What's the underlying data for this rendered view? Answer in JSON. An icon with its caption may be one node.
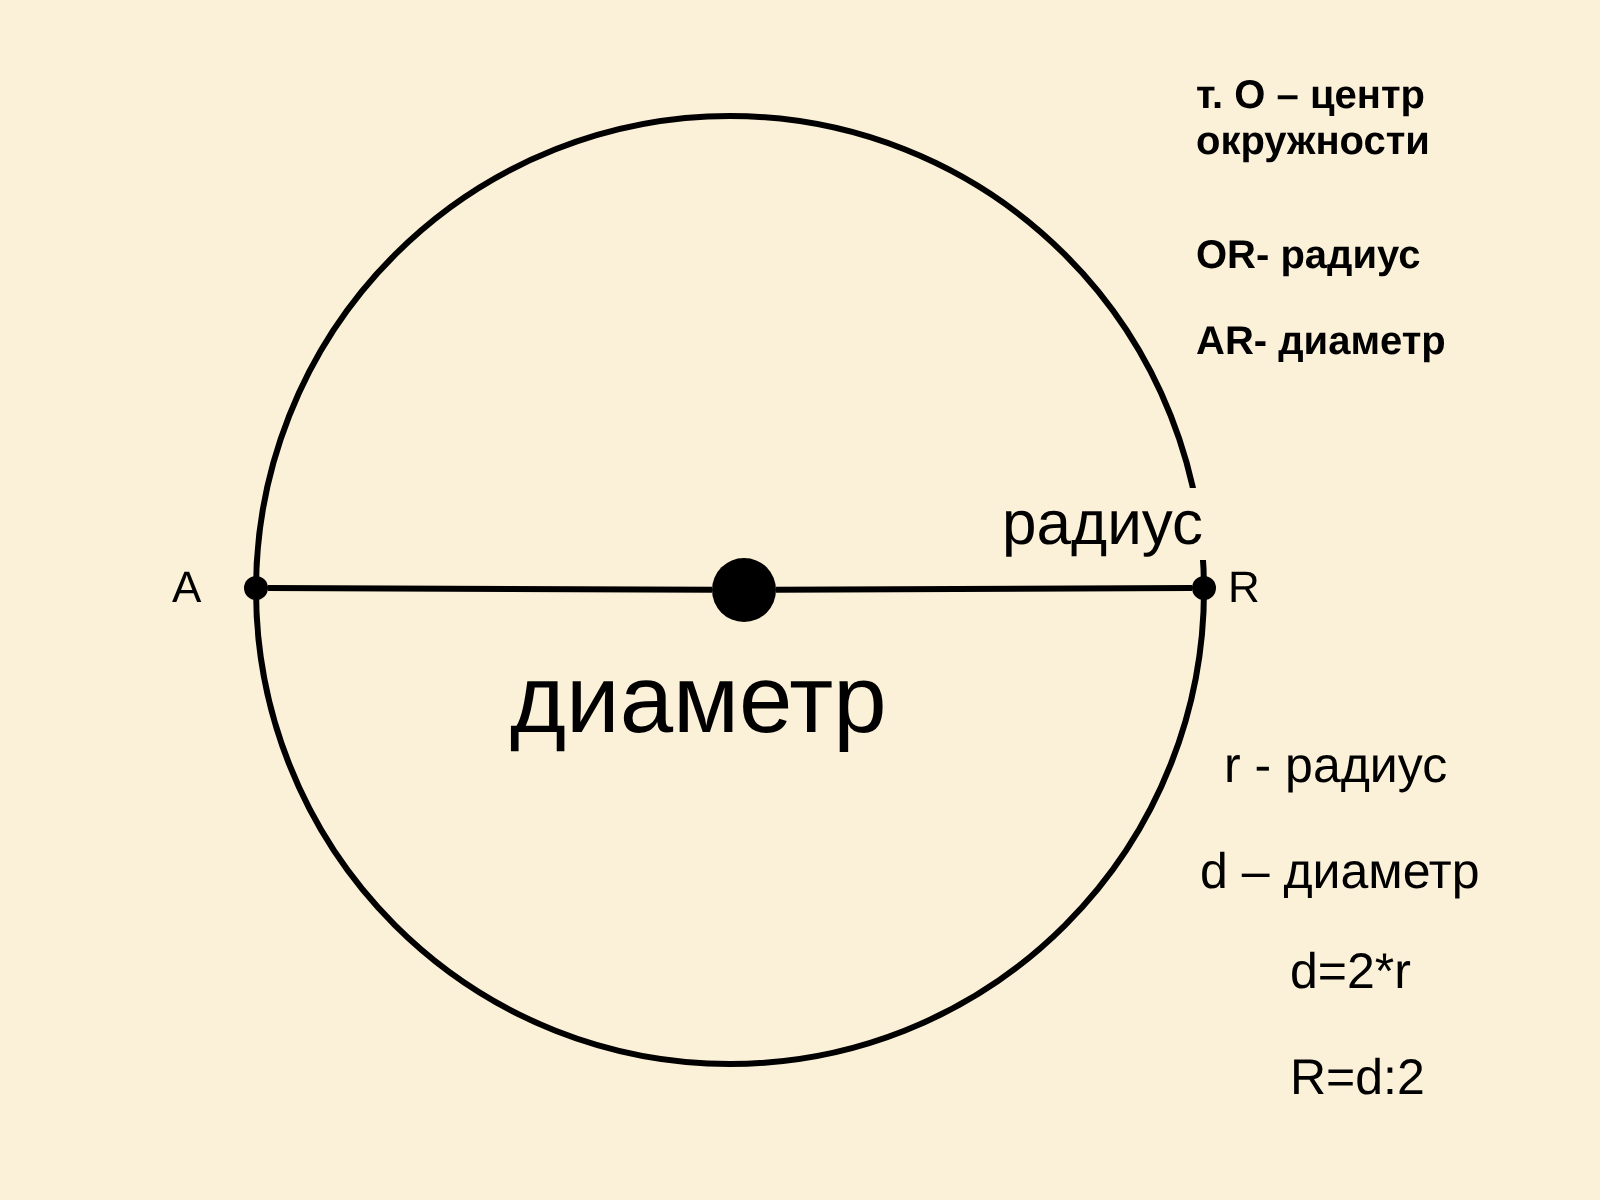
{
  "diagram": {
    "nodes": [
      {
        "text": [],
        "shape": "circle",
        "beside": [
          "A"
        ]
      },
      {
        "text": [],
        "shape": "circle"
      },
      {
        "text": [],
        "shape": "circle",
        "beside": [
          "R"
        ]
      }
    ],
    "edges": [
      {
        "from": 0,
        "to": 1,
        "arrow": "none"
      },
      {
        "from": 1,
        "to": 2,
        "arrow": "none",
        "label": "радиус"
      }
    ],
    "labels": [
      "т. О – центр окружности",
      "OR- радиус",
      "AR- диаметр",
      "диаметр",
      "r - радиус",
      "d – диаметр",
      "d=2*r",
      "R=d:2"
    ]
  }
}
